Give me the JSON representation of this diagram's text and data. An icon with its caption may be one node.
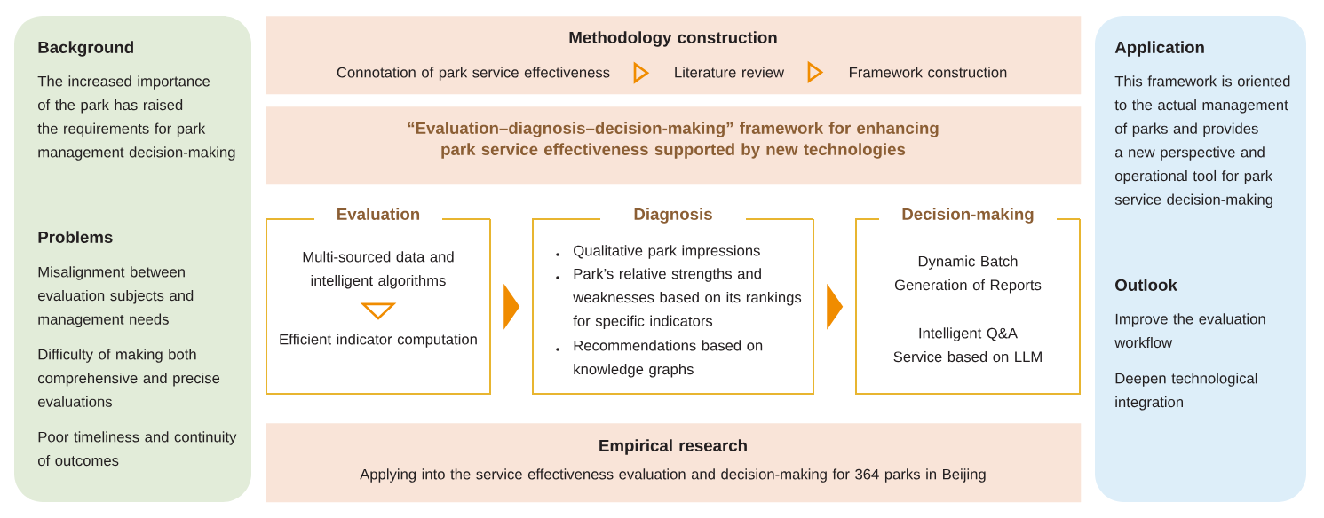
{
  "diagram": {
    "nodes": [
      {
        "text": [
          "Background",
          "The increased importance of the park has raised the requirements for park management decision-making",
          "Problems",
          "Misalignment between evaluation subjects and management needs",
          "Difficulty of making both comprehensive and precise evaluations",
          "Poor timeliness and continuity of outcomes"
        ]
      },
      {
        "text": [
          "Methodology construction"
        ]
      },
      {
        "text": [
          "Connotation of park service effectiveness"
        ],
        "in": 1
      },
      {
        "text": [
          "Literature review"
        ],
        "in": 1
      },
      {
        "text": [
          "Framework construction"
        ],
        "in": 1
      },
      {
        "text": [
          "“Evaluation–diagnosis–decision-making” framework for enhancing park service effectiveness supported by new technologies"
        ]
      },
      {
        "text": [
          "Evaluation"
        ]
      },
      {
        "text": [
          "Multi-sourced data and intelligent algorithms"
        ],
        "in": 6
      },
      {
        "text": [
          "Efficient indicator computation"
        ],
        "in": 6
      },
      {
        "text": [
          "Diagnosis",
          "Qualitative park impressions",
          "Park’s relative strengths and weaknesses based on its rankings for specific indicators",
          "Recommendations based on knowledge graphs"
        ]
      },
      {
        "text": [
          "Decision-making",
          "Dynamic Batch Generation of Reports",
          "Intelligent Q&A Service based on LLM"
        ]
      },
      {
        "text": [
          "Empirical research",
          "Applying into the service effectiveness evaluation and decision-making for 364 parks in Beijing"
        ]
      },
      {
        "text": [
          "Application",
          "This framework is oriented to the actual management of parks and provides a new perspective and operational tool for park service decision-making",
          "Outlook",
          "Improve the evaluation workflow",
          "Deepen technological integration"
        ]
      }
    ],
    "edges": [
      {
        "from": 2,
        "to": 3,
        "arrow": "to"
      },
      {
        "from": 3,
        "to": 4,
        "arrow": "to"
      },
      {
        "from": 7,
        "to": 8,
        "arrow": "to"
      },
      {
        "from": 6,
        "to": 9,
        "arrow": "to"
      },
      {
        "from": 9,
        "to": 10,
        "arrow": "to"
      }
    ]
  }
}
